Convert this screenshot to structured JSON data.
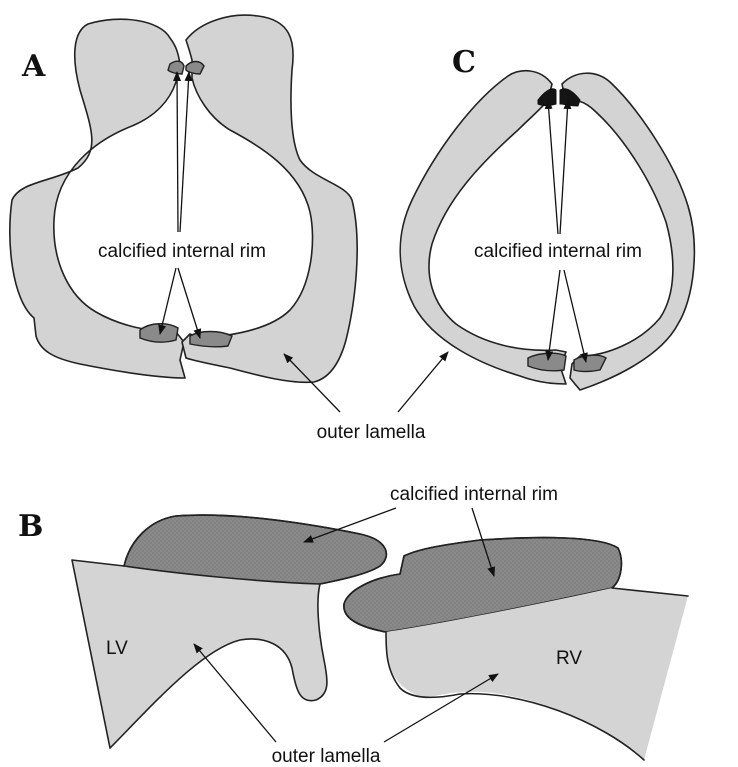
{
  "panels": {
    "a": {
      "letter": "A",
      "rim_label": "calcified internal rim"
    },
    "c": {
      "letter": "C",
      "rim_label": "calcified internal rim"
    },
    "shared": {
      "outer_label": "outer lamella"
    },
    "b": {
      "letter": "B",
      "rim_label": "calcified internal rim",
      "outer_label": "outer lamella",
      "left_valve": "LV",
      "right_valve": "RV"
    }
  },
  "colors": {
    "outer_lamella": "#d3d3d3",
    "calcified_rim": "#8a8a8a",
    "calcified_rim_dark": "#141414",
    "outline": "#222222"
  }
}
